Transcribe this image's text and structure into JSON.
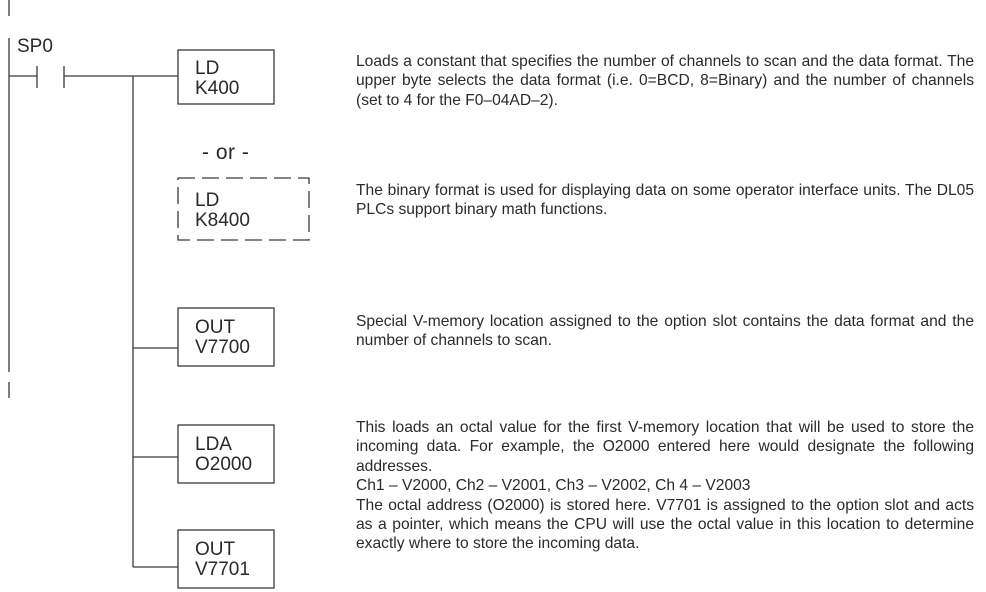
{
  "contact": {
    "label": "SP0"
  },
  "or_text": "- or -",
  "boxes": [
    {
      "line1": "LD",
      "line2": "K400"
    },
    {
      "line1": "LD",
      "line2": "K8400"
    },
    {
      "line1": "OUT",
      "line2": "V7700"
    },
    {
      "line1": "LDA",
      "line2": "O2000"
    },
    {
      "line1": "OUT",
      "line2": "V7701"
    }
  ],
  "descriptions": [
    "Loads a constant that specifies the number of channels to scan and the data format. The upper byte selects the data format (i.e.  0=BCD, 8=Binary) and the number of channels (set to 4 for the F0–04AD–2).",
    "The binary format is used for displaying data on some operator interface units. The DL05 PLCs support binary math functions.",
    "Special V-memory location assigned to the option slot contains the data format and the number of channels to scan.",
    "This loads an octal value for the first V-memory location that will be used to store the incoming data. For example, the O2000 entered here would designate the following addresses.",
    "Ch1 – V2000, Ch2 – V2001, Ch3 – V2002, Ch 4 – V2003",
    "The octal address (O2000) is stored here. V7701 is assigned to the option slot and acts as a pointer, which means the CPU will use the octal value in this location to determine exactly where to store the incoming data."
  ]
}
